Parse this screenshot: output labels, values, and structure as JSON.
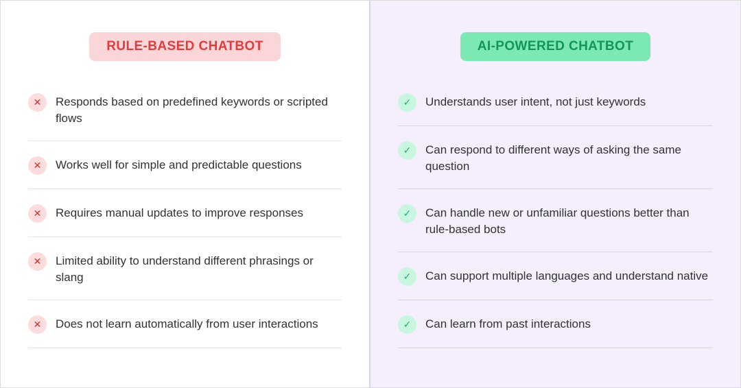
{
  "left_panel": {
    "badge": "RULE-BASED CHATBOT",
    "items": [
      "Responds based on predefined keywords or scripted flows",
      "Works well for simple and predictable questions",
      "Requires manual updates to improve responses",
      "Limited ability to understand different phrasings or slang",
      "Does not learn automatically from user interactions"
    ]
  },
  "right_panel": {
    "badge": "AI-POWERED CHATBOT",
    "items": [
      "Understands user intent, not just keywords",
      "Can respond to different ways of asking the same question",
      "Can handle new or unfamiliar questions better than rule-based bots",
      "Can support multiple languages and understand native",
      "Can learn from past interactions"
    ]
  },
  "icons": {
    "cross": "✕",
    "check": "✓"
  },
  "colors": {
    "left_badge_bg": "#fad6d8",
    "left_badge_text": "#e23b3b",
    "cross_circle_bg": "#fcdcdc",
    "cross_glyph": "#e02a2a",
    "right_badge_bg": "#7de9b2",
    "right_badge_text": "#14935c",
    "check_circle_bg": "#c9f6de",
    "check_glyph": "#13b379",
    "right_panel_bg": "#f5eefc",
    "left_divider": "#e3e3e3",
    "right_divider": "#d9d2e0",
    "body_text": "#323232"
  }
}
